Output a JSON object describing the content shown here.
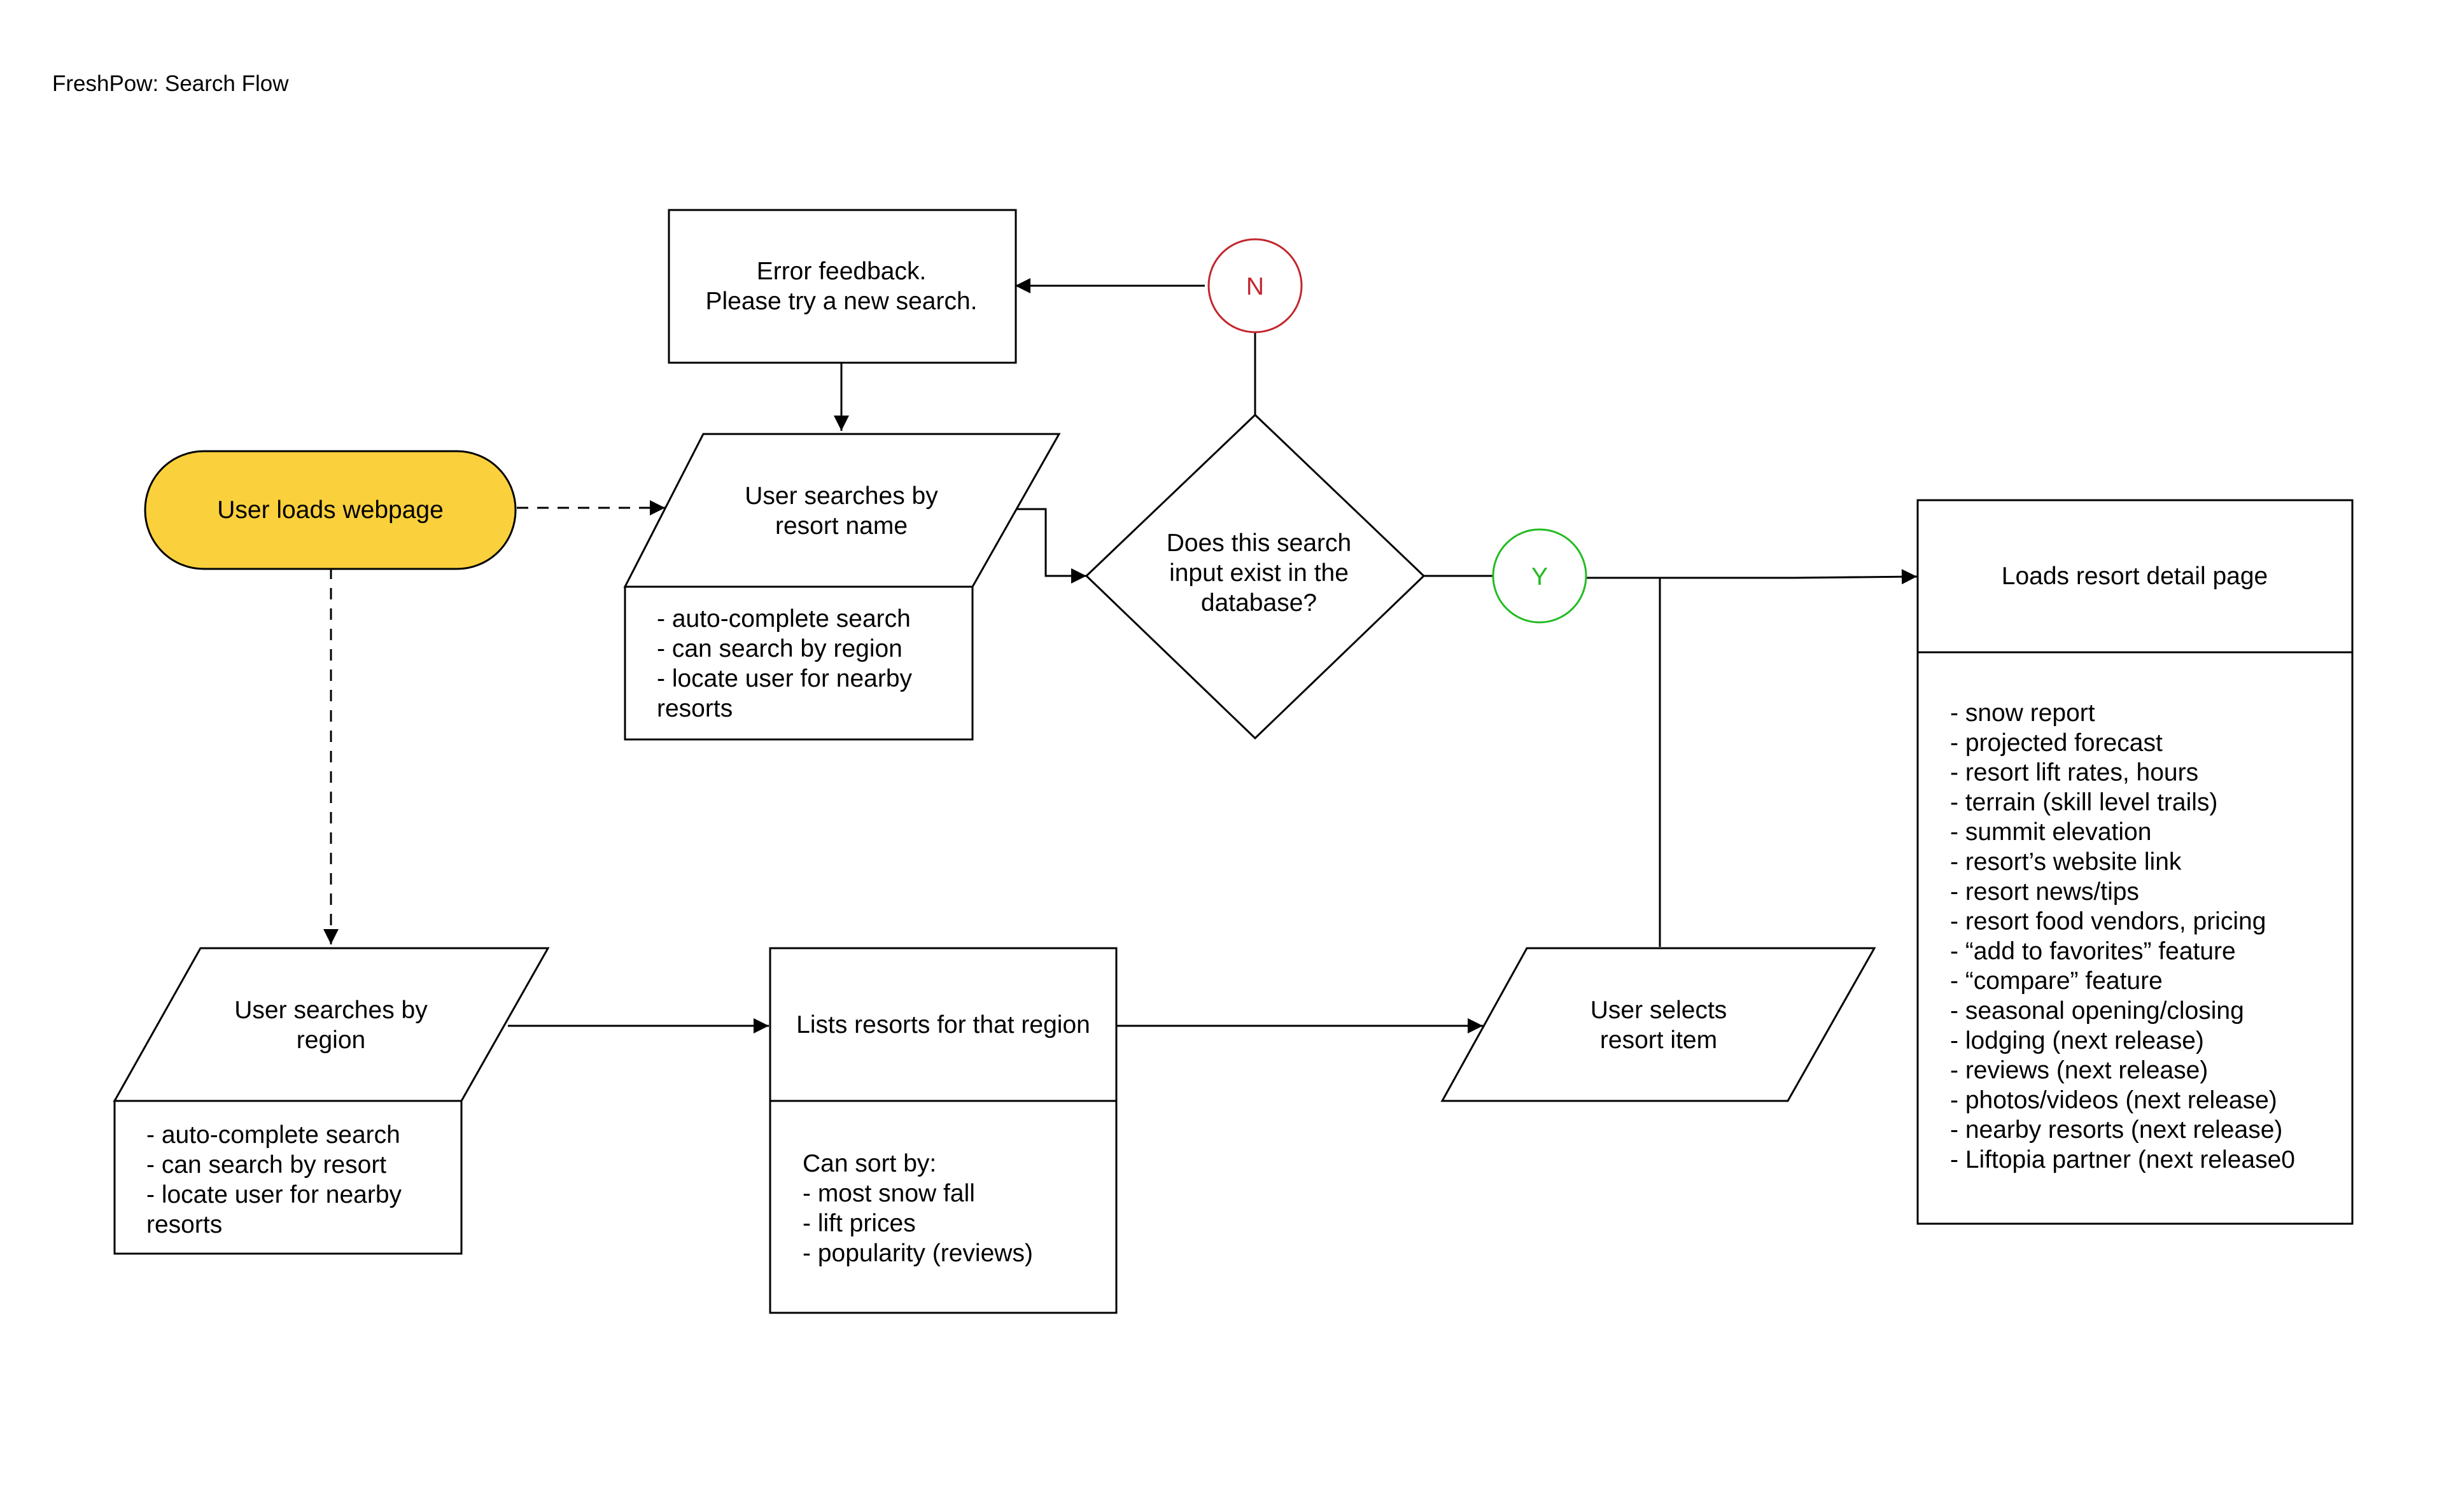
{
  "page_title": "FreshPow: Search Flow",
  "colors": {
    "start_fill": "#FAD03C",
    "no_circle": "#C1272D",
    "yes_circle": "#22BB22",
    "stroke": "#000000"
  },
  "nodes": {
    "start": "User loads webpage",
    "error": [
      "Error feedback.",
      "Please try a new search."
    ],
    "no_label": "N",
    "yes_label": "Y",
    "search_name": [
      "User searches by",
      "resort name"
    ],
    "search_name_notes": [
      "- auto-complete search",
      "- can search by region",
      "- locate user for nearby",
      "resorts"
    ],
    "decision": [
      "Does this search",
      "input exist in the",
      "database?"
    ],
    "detail_title": "Loads resort detail page",
    "detail_items": [
      "- snow report",
      "- projected forecast",
      "- resort lift rates, hours",
      "- terrain (skill level trails)",
      "- summit elevation",
      "- resort’s website link",
      "- resort news/tips",
      "- resort food vendors, pricing",
      "- “add to favorites” feature",
      "- “compare” feature",
      "- seasonal opening/closing",
      "- lodging (next release)",
      "- reviews (next release)",
      "- photos/videos (next release)",
      "- nearby resorts (next release)",
      "- Liftopia partner (next release0"
    ],
    "search_region": [
      "User searches by",
      "region"
    ],
    "search_region_notes": [
      "- auto-complete search",
      "- can search by resort",
      "- locate user for nearby",
      "resorts"
    ],
    "list_title": "Lists resorts for that region",
    "list_notes": [
      "Can sort by:",
      "- most snow fall",
      "- lift prices",
      "- popularity (reviews)"
    ],
    "select": [
      "User selects",
      "resort item"
    ]
  }
}
